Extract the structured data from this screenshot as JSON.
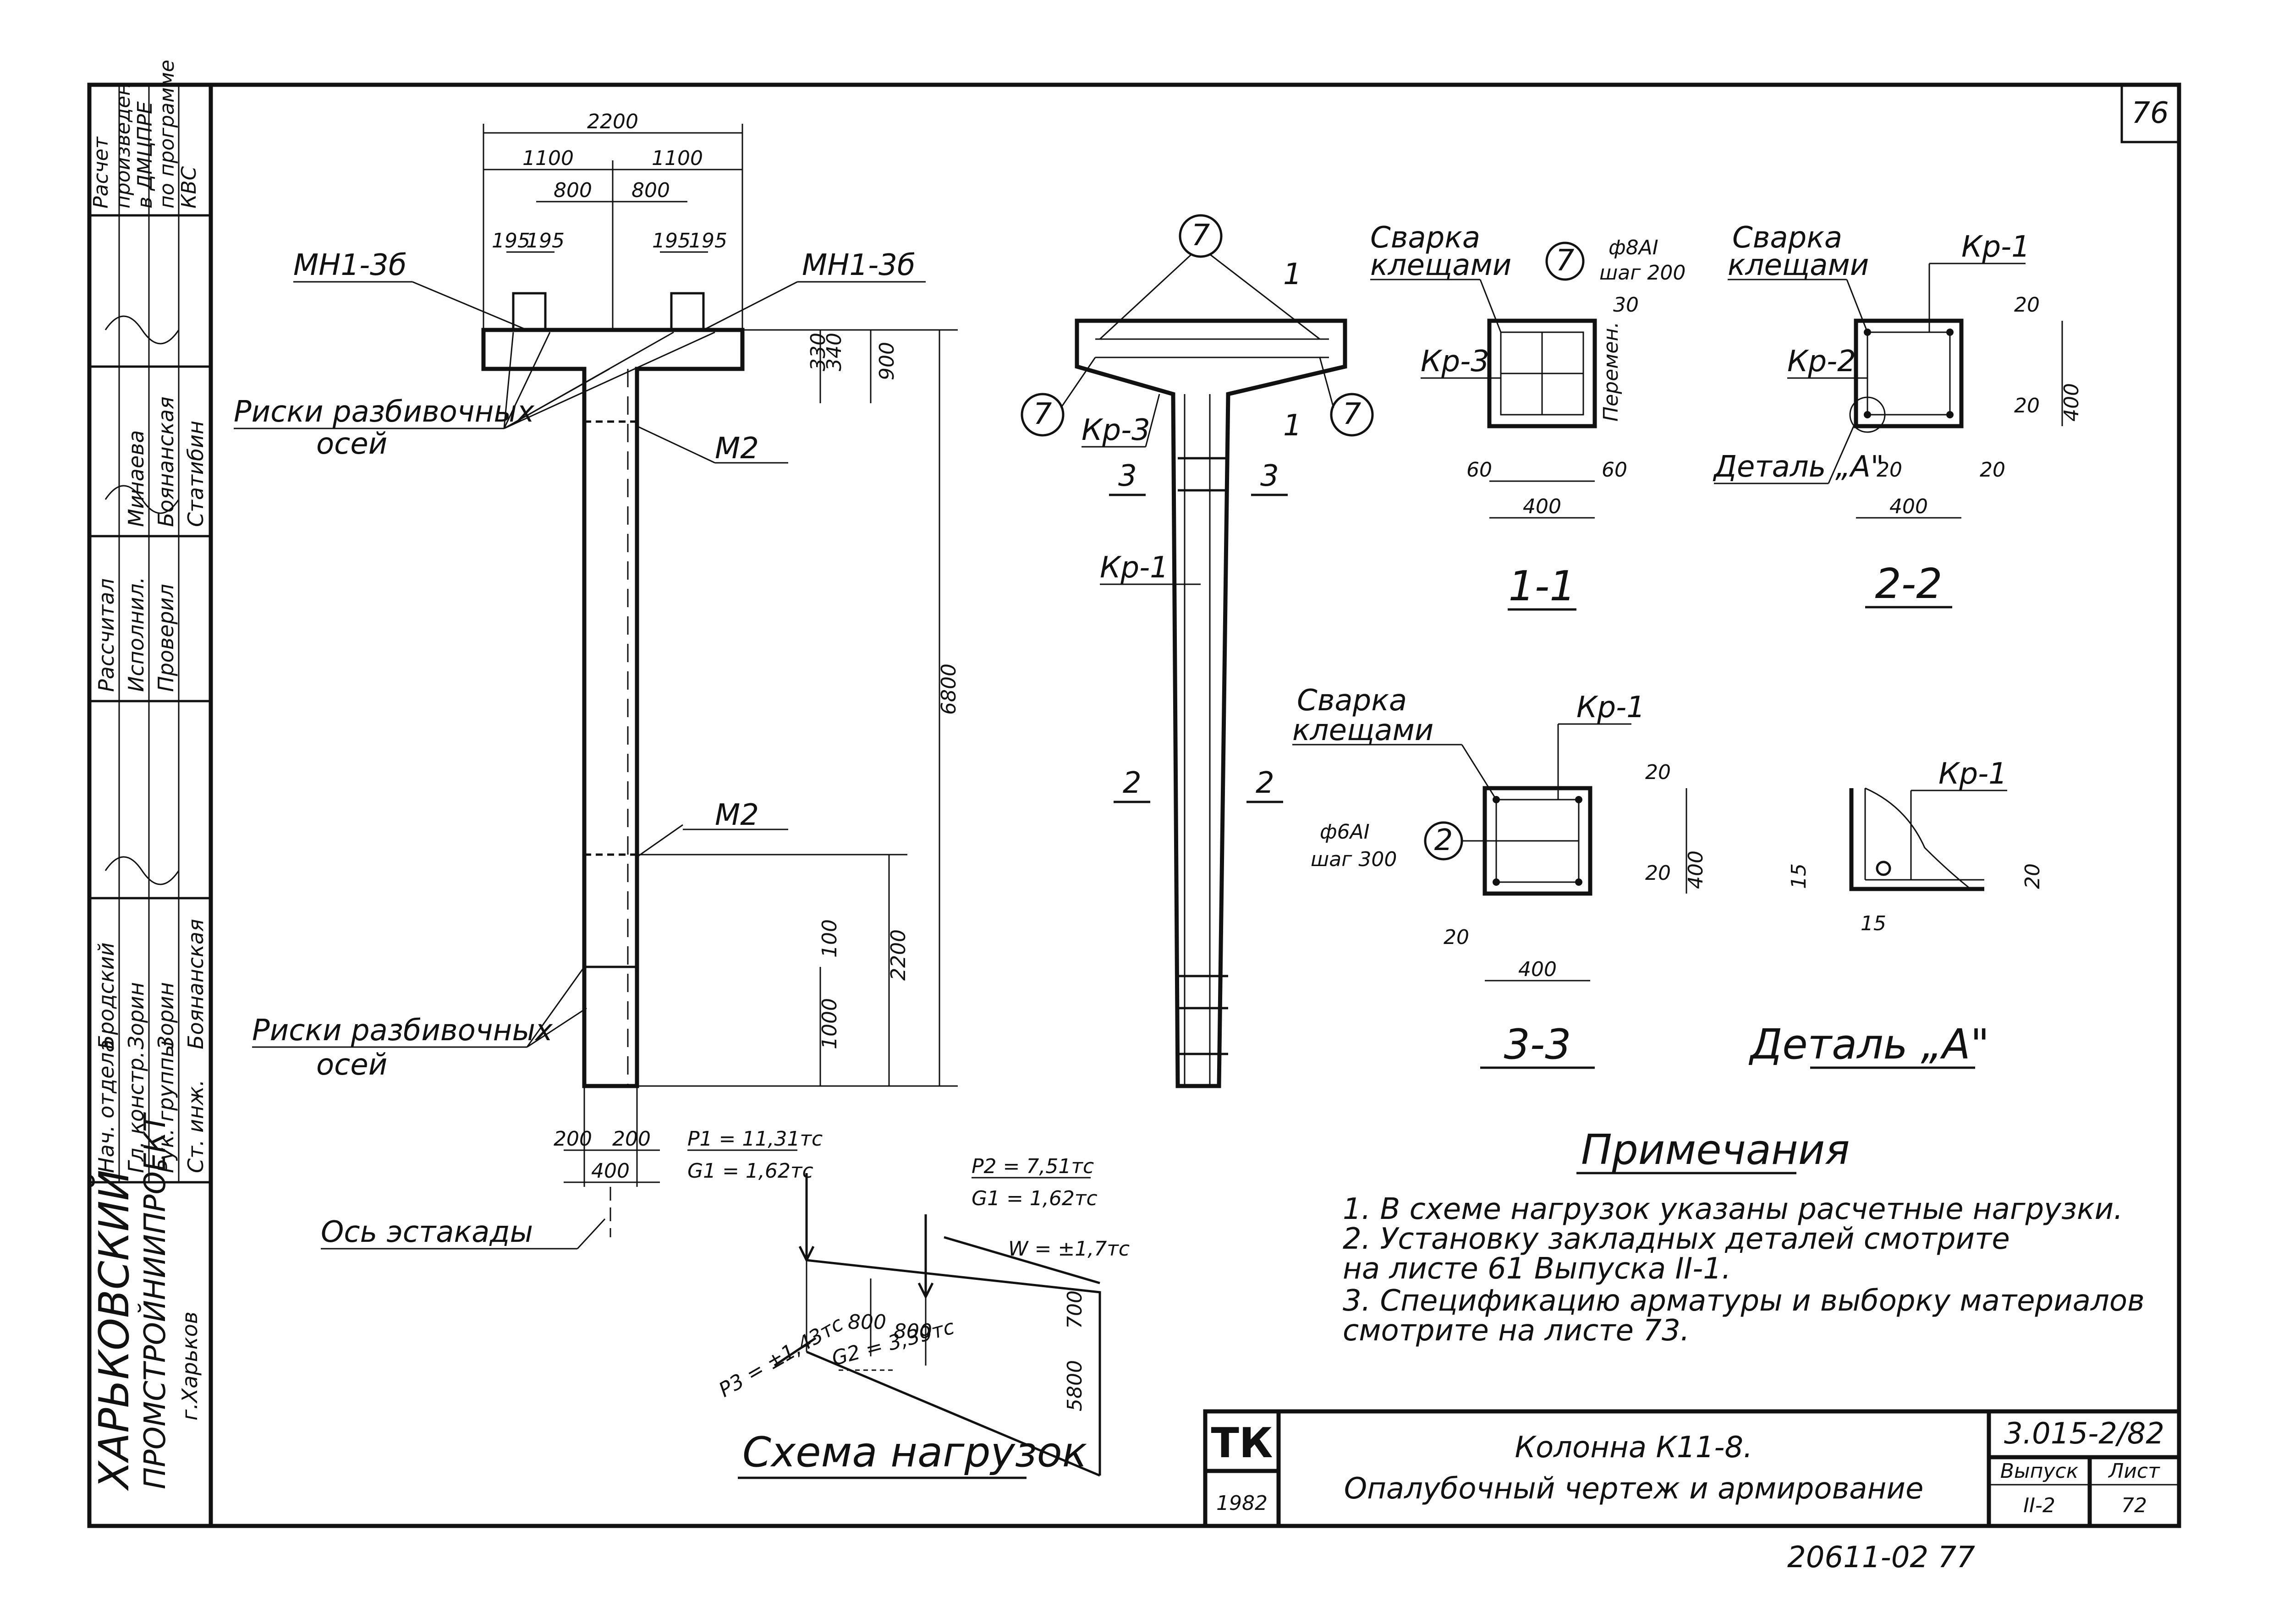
{
  "sheet_number": "76",
  "side_stamp": {
    "org_line1": "ХАРЬКОВСКИЙ",
    "org_line2": "ПРОМСТРОЙНИИПРОЕКТ",
    "org_city": "г.Харьков",
    "roles": [
      "Нач. отдела",
      "Гл. констр.",
      "Рук. группы",
      "Ст. инж."
    ],
    "surnames": [
      "Бродский",
      "Зорин",
      "Зорин",
      "Боянанская"
    ],
    "signature_roles": [
      "Рассчитал",
      "Исполнил.",
      "Проверил"
    ],
    "signature_names": [
      "Минаева",
      "Боянанская",
      "Статибин"
    ],
    "top_note": [
      "Расчет",
      "произведен",
      "в ДМЦПРЕ",
      "по программе",
      "КВС"
    ]
  },
  "dimensions": {
    "head_width": "2200",
    "half_left": "1100",
    "half_right": "1100",
    "offset_left": "800",
    "offset_right": "800",
    "bolt_a": "195",
    "bolt_b": "195",
    "bolt_c": "195",
    "bolt_d": "195",
    "head_h1": "330",
    "head_h2": "340",
    "head_total": "900",
    "column_height": "6800",
    "lower_height": "2200",
    "mark_100": "100",
    "mark_1000": "1000",
    "base_left": "200",
    "base_right": "200",
    "base_width": "400"
  },
  "labels": {
    "embed_left": "МН1-3б",
    "embed_right": "МН1-3б",
    "axis_marks_top": "Риски разбивочных",
    "axis_marks_top_2": "осей",
    "axis_marks_bottom": "Риски разбивочных",
    "axis_marks_bottom_2": "осей",
    "m2_top": "М2",
    "m2_bottom": "М2",
    "trestle_axis": "Ось эстакады"
  },
  "reinforcement": {
    "pos7": "7",
    "kr3": "Кр-3",
    "kr1": "Кр-1",
    "cut11": "1",
    "cut33": "3",
    "cut22": "2"
  },
  "sections": {
    "s11": {
      "title": "1-1",
      "weld": "Сварка",
      "weld2": "клещами",
      "pos": "7",
      "bar": "ф8АI",
      "step": "шаг 200",
      "kr": "Кр-3",
      "side": "Перемен.",
      "d30": "30",
      "d60a": "60",
      "d60b": "60",
      "w": "400"
    },
    "s22": {
      "title": "2-2",
      "weld": "Сварка",
      "weld2": "клещами",
      "kr1": "Кр-1",
      "kr2": "Кр-2",
      "detail": "Деталь „А\"",
      "d20a": "20",
      "d20b": "20",
      "d20c": "20",
      "d20d": "20",
      "h": "400",
      "w": "400"
    },
    "s33": {
      "title": "3-3",
      "weld": "Сварка",
      "weld2": "клещами",
      "kr1": "Кр-1",
      "bar": "ф6АI",
      "step": "шаг 300",
      "pos": "2",
      "d20a": "20",
      "d20b": "20",
      "d20c": "20",
      "h": "400",
      "w": "400"
    },
    "detail": {
      "title": "Деталь „А\"",
      "kr1": "Кр-1",
      "d15a": "15",
      "d15b": "15",
      "d20": "20"
    }
  },
  "loads": {
    "title": "Схема нагрузок",
    "p1": "P1 = 11,31тс",
    "g1": "G1 = 1,62тс",
    "p2": "P2 = 7,51тс",
    "g2": "G1 = 1,62тс",
    "w": "W = ±1,7тс",
    "p3": "P3 = ±1,43тс",
    "g3": "G2 = 3,39тс",
    "d800a": "800",
    "d800b": "800",
    "d700": "700",
    "d5800": "5800"
  },
  "notes": {
    "title": "Примечания",
    "items": [
      "1. В схеме нагрузок указаны расчетные нагрузки.",
      "2. Установку закладных деталей смотрите",
      "    на листе 61 Выпуска II-1.",
      "3. Спецификацию арматуры и выборку материалов",
      "    смотрите на листе 73."
    ]
  },
  "title_block": {
    "logo": "ТК",
    "year": "1982",
    "title1": "Колонна К11-8.",
    "title2": "Опалубочный чертеж и армирование",
    "code": "3.015-2/82",
    "issue_label": "Выпуск",
    "issue": "II-2",
    "sheet_label": "Лист",
    "sheet": "72"
  },
  "bottom_stamp": "20611-02   77"
}
